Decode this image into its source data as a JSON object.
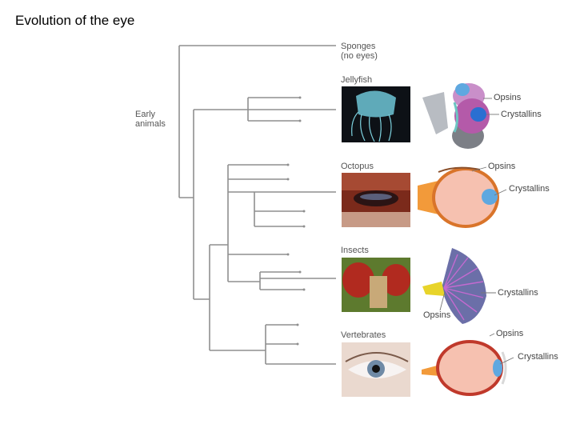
{
  "title": "Evolution of the eye",
  "tree": {
    "root_label_line1": "Early",
    "root_label_line2": "animals"
  },
  "clades": {
    "sponges_line1": "Sponges",
    "sponges_line2": "(no eyes)",
    "jellyfish": "Jellyfish",
    "octopus": "Octopus",
    "insects": "Insects",
    "vertebrates": "Vertebrates"
  },
  "annotations": {
    "opsins": "Opsins",
    "crystallins": "Crystallins"
  },
  "colors": {
    "tree_line": "#8a8a8a",
    "lens_blue": "#5fa8e0",
    "eye_pink": "#f4b7a6",
    "eye_orange": "#f29a3a",
    "insect_purple": "#9a4fb5"
  }
}
